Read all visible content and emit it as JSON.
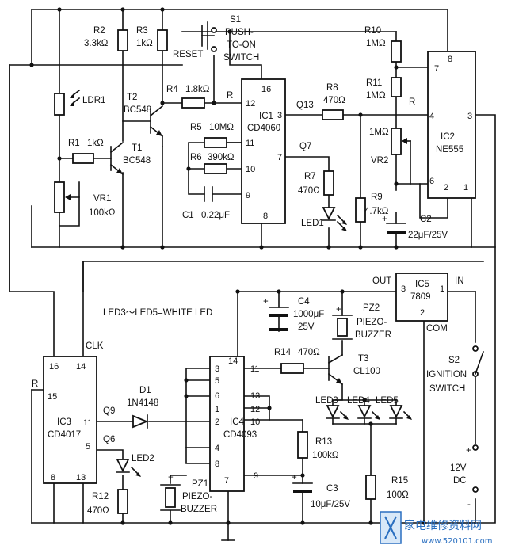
{
  "labels": {
    "r2": "R2",
    "r2_val": "3.3kΩ",
    "r3": "R3",
    "r3_val": "1kΩ",
    "s1": "S1",
    "s1_desc1": "PUSH-",
    "s1_desc2": "TO-ON",
    "s1_desc3": "SWITCH",
    "reset": "RESET",
    "r10": "R10",
    "r10_val": "1MΩ",
    "r11": "R11",
    "r11_val": "1MΩ",
    "r_ic2": "R",
    "ldr1": "LDR1",
    "t2": "T2",
    "t2_part": "BC548",
    "t1": "T1",
    "t1_part": "BC548",
    "r4": "R4",
    "r4_val": "1.8kΩ",
    "r_ic1": "R",
    "r1": "R1",
    "r1_val": "1kΩ",
    "r5": "R5",
    "r5_val": "10MΩ",
    "r6": "R6",
    "r6_val": "390kΩ",
    "c1": "C1",
    "c1_val": "0.22μF",
    "vr1": "VR1",
    "vr1_val": "100kΩ",
    "ic1": "IC1",
    "ic1_part": "CD4060",
    "q13": "Q13",
    "q7": "Q7",
    "r8": "R8",
    "r8_val": "470Ω",
    "r7": "R7",
    "r7_val": "470Ω",
    "led1": "LED1",
    "vr2_val": "1MΩ",
    "vr2": "VR2",
    "r9": "R9",
    "r9_val": "4.7kΩ",
    "ic2": "IC2",
    "ic2_part": "NE555",
    "c2": "C2",
    "c2_val": "22μF/25V",
    "out": "OUT",
    "in": "IN",
    "com": "COM",
    "ic5": "IC5",
    "ic5_part": "7809",
    "led_note": "LED3～LED5=WHITE LED",
    "c4": "C4",
    "c4_val1": "1000μF",
    "c4_val2": "25V",
    "pz2": "PZ2",
    "pz2_desc1": "PIEZO-",
    "pz2_desc2": "BUZZER",
    "clk": "CLK",
    "r14": "R14",
    "r14_val": "470Ω",
    "t3": "T3",
    "t3_part": "CL100",
    "s2": "S2",
    "s2_desc1": "IGNITION",
    "s2_desc2": "SWITCH",
    "r_ic3": "R",
    "ic3": "IC3",
    "ic3_part": "CD4017",
    "q9": "Q9",
    "q6": "Q6",
    "d1": "D1",
    "d1_part": "1N4148",
    "ic4": "IC4",
    "ic4_part": "CD4093",
    "led3": "LED3",
    "led4": "LED4",
    "led5": "LED5",
    "led2": "LED2",
    "r13": "R13",
    "r13_val": "100kΩ",
    "r12": "R12",
    "r12_val": "470Ω",
    "pz1": "PZ1",
    "pz1_desc1": "PIEZO-",
    "pz1_desc2": "BUZZER",
    "c3": "C3",
    "c3_val": "10μF/25V",
    "r15": "R15",
    "r15_val": "100Ω",
    "supply_val": "12V",
    "supply_unit": "DC",
    "plus": "+",
    "minus": "-"
  },
  "pins": {
    "ic1": [
      "16",
      "12",
      "11",
      "10",
      "9",
      "8",
      "3",
      "7"
    ],
    "ic2": [
      "7",
      "8",
      "4",
      "3",
      "6",
      "2",
      "1"
    ],
    "ic3": [
      "16",
      "14",
      "15",
      "11",
      "5",
      "8",
      "13"
    ],
    "ic4": [
      "3",
      "5",
      "6",
      "1",
      "2",
      "4",
      "8",
      "7",
      "14",
      "11",
      "13",
      "12",
      "10",
      "9"
    ],
    "ic5": [
      "3",
      "1",
      "2"
    ]
  },
  "watermark": {
    "text": "家电维修资料网",
    "url": "www.520101.com"
  }
}
